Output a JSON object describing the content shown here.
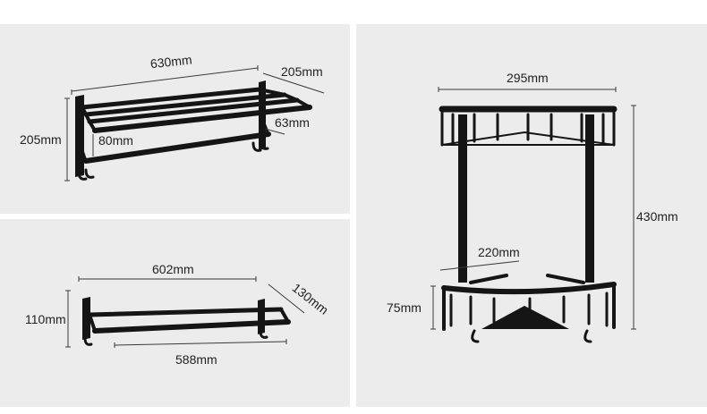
{
  "towel_rack_folding": {
    "length": "630mm",
    "depth": "205mm",
    "height": "205mm",
    "bar_gap": "80mm",
    "hook_offset": "63mm"
  },
  "towel_bar_double": {
    "length": "602mm",
    "depth": "130mm",
    "height": "110mm",
    "bar_length": "588mm"
  },
  "corner_shelf": {
    "width": "295mm",
    "height": "430mm",
    "side_length": "220mm",
    "tier_height": "75mm"
  },
  "colors": {
    "panel_background": "#ececec",
    "product_finish": "#151515"
  }
}
